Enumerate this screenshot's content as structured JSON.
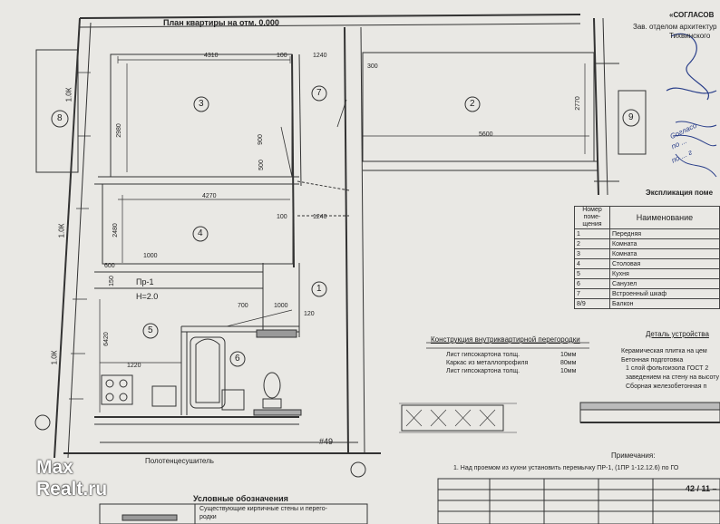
{
  "title": "План квартиры на отм. 0.000",
  "stamp": {
    "line1": "«СОГЛАСОВ",
    "line2": "Зав. отделом архитектур",
    "line3": "Тихвинского"
  },
  "rooms": [
    {
      "label": "1"
    },
    {
      "label": "2"
    },
    {
      "label": "3"
    },
    {
      "label": "4"
    },
    {
      "label": "5"
    },
    {
      "label": "6"
    },
    {
      "label": "7"
    },
    {
      "label": "8"
    },
    {
      "label": "9"
    }
  ],
  "dimensions": [
    "4310",
    "100",
    "1240",
    "300",
    "2980",
    "900",
    "500",
    "5600",
    "2770",
    "4270",
    "100",
    "1240",
    "2480",
    "1000",
    "600",
    "150",
    "700",
    "1000",
    "120",
    "6420",
    "1220"
  ],
  "axis_labels": [
    "1.0К",
    "1.0К",
    "1.0К"
  ],
  "partition_tag": {
    "name": "Пр-1",
    "height": "H=2.0"
  },
  "balcony_mark": "#49",
  "towel_label": "Полотенцесушитель",
  "explication": {
    "heading": "Экспликация поме",
    "col_num": [
      "Номер",
      "поме-",
      "щения"
    ],
    "col_name": "Наименование",
    "rows": [
      {
        "num": "1",
        "name": "Передняя"
      },
      {
        "num": "2",
        "name": "Комната"
      },
      {
        "num": "3",
        "name": "Комната"
      },
      {
        "num": "4",
        "name": "Столовая"
      },
      {
        "num": "5",
        "name": "Кухня"
      },
      {
        "num": "6",
        "name": "Санузел"
      },
      {
        "num": "7",
        "name": "Встроенный шкаф"
      },
      {
        "num": "8/9",
        "name": "Балкон"
      }
    ]
  },
  "partition_detail": {
    "title": "Конструкция внутриквартирной перегородки",
    "layers": [
      {
        "name": "Лист гипсокартона толщ.",
        "value": "10мм"
      },
      {
        "name": "Каркас из металлопрофиля",
        "value": "80мм"
      },
      {
        "name": "Лист гипсокартона толщ.",
        "value": "10мм"
      }
    ]
  },
  "floor_detail": {
    "title": "Деталь устройства",
    "layers": [
      "Керамическая плитка на цем",
      "Бетонная подготовка",
      "1 слой фольгоизола ГОСТ 2",
      "заведением на стену на высоту",
      "Сборная железобетонная п"
    ]
  },
  "notes": {
    "heading": "Примечания:",
    "item1": "1.   Над проемом из кухни установить перемычку ПР-1, (1ПР 1-12.12.6) по ГО"
  },
  "sheet": "42 / 11 –",
  "legend": {
    "title": "Условные обозначения",
    "item1": "Существующие кирпичные стены и перего-",
    "item1b": "родки"
  },
  "watermark": {
    "line1": "Max",
    "line2": "Realt.ru"
  },
  "signature_scrawl": [
    "Согласо",
    "по ... ",
    "по ... г"
  ]
}
